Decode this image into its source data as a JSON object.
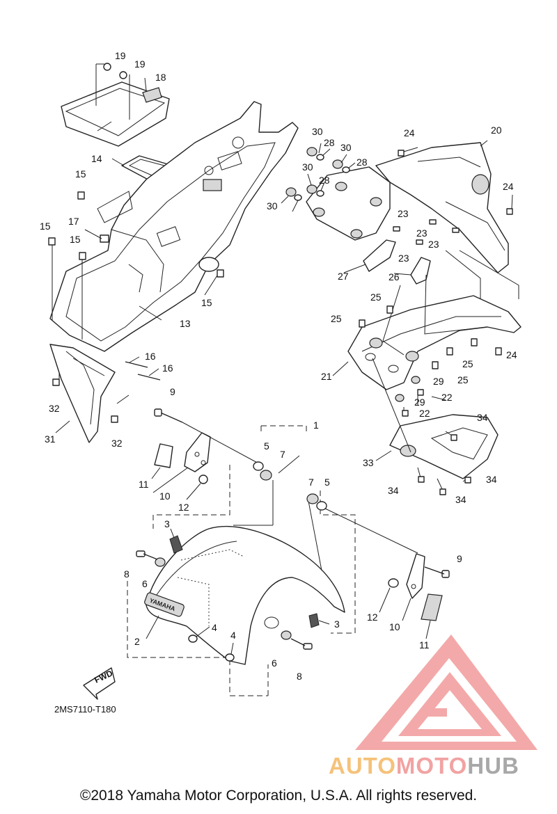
{
  "diagram": {
    "code": "2MS7110-T180",
    "direction_label": "FWD",
    "copyright": "©2018 Yamaha Motor Corporation, U.S.A. All rights reserved.",
    "fender_mark": "YAMAHA",
    "watermark": {
      "part1": "AUTO",
      "part2": "MOTO",
      "part3": "HUB",
      "colors": [
        "#f5c27a",
        "#f2a2a2",
        "#a8a8a8"
      ]
    },
    "callouts": [
      "1",
      "2",
      "3",
      "3",
      "4",
      "4",
      "5",
      "5",
      "6",
      "6",
      "7",
      "7",
      "8",
      "8",
      "9",
      "9",
      "10",
      "10",
      "11",
      "11",
      "12",
      "12",
      "13",
      "14",
      "15",
      "15",
      "15",
      "15",
      "16",
      "16",
      "17",
      "18",
      "19",
      "19",
      "20",
      "21",
      "22",
      "22",
      "23",
      "23",
      "23",
      "23",
      "24",
      "24",
      "24",
      "25",
      "25",
      "25",
      "25",
      "26",
      "27",
      "28",
      "28",
      "28",
      "29",
      "29",
      "30",
      "30",
      "30",
      "30",
      "31",
      "32",
      "32",
      "33",
      "34",
      "34",
      "34",
      "34"
    ]
  }
}
